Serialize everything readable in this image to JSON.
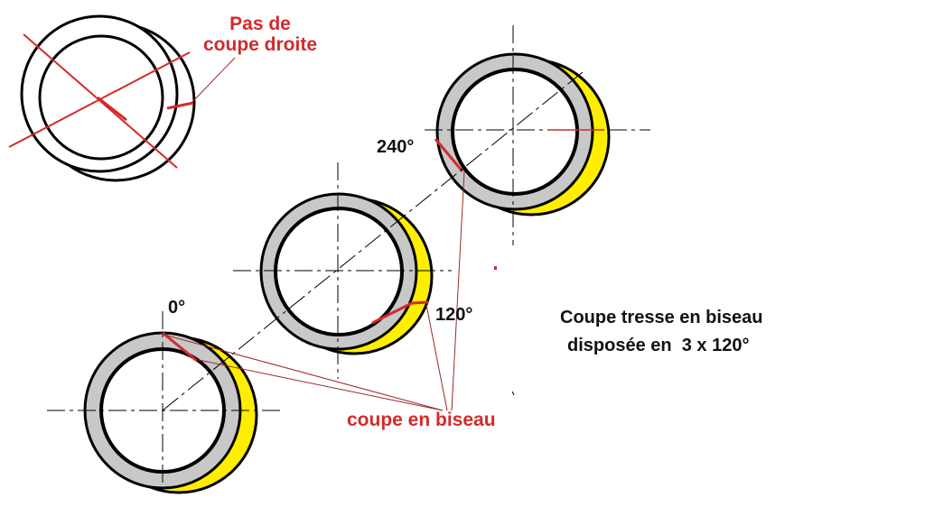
{
  "labels": {
    "straight_cut": [
      "Pas de",
      "coupe droite"
    ],
    "bevel_cut": "coupe en biseau",
    "angle_0": "0°",
    "angle_120": "120°",
    "angle_240": "240°",
    "caption": [
      "Coupe tresse en biseau",
      "disposée en  3 x 120°"
    ]
  },
  "colors": {
    "ring_outline": "#000000",
    "ring_fill": "#c8c8c8",
    "offset_ring": "#ffee00",
    "cut_line": "#d42a2a",
    "leader_line": "#9a2a2a",
    "label_red": "#d42a2a",
    "label_black": "#111111"
  }
}
